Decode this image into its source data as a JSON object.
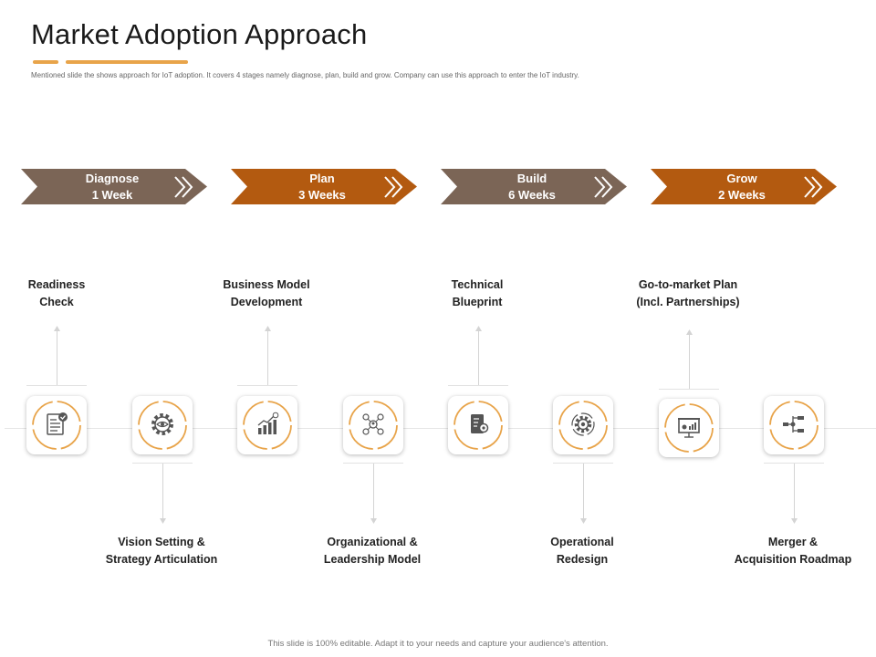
{
  "slide": {
    "title": "Market Adoption Approach",
    "subtitle": "Mentioned slide the shows approach for IoT adoption. It covers 4 stages namely diagnose, plan, build and grow. Company can use this approach to enter the IoT industry.",
    "footer": "This slide is 100% editable. Adapt it to your needs and capture your audience's attention."
  },
  "colors": {
    "brown": "#7b6556",
    "orange": "#b35a10",
    "accent": "#e8a44a"
  },
  "stages": [
    {
      "name": "Diagnose",
      "duration": "1 Week"
    },
    {
      "name": "Plan",
      "duration": "3 Weeks"
    },
    {
      "name": "Build",
      "duration": "6 Weeks"
    },
    {
      "name": "Grow",
      "duration": "2 Weeks"
    }
  ],
  "steps": [
    {
      "line1": "Readiness",
      "line2": "Check",
      "icon": "checklist-icon"
    },
    {
      "line1": "Vision Setting &",
      "line2": "Strategy Articulation",
      "icon": "gear-eye-icon"
    },
    {
      "line1": "Business Model",
      "line2": "Development",
      "icon": "growth-chart-icon"
    },
    {
      "line1": "Organizational &",
      "line2": "Leadership Model",
      "icon": "team-network-icon"
    },
    {
      "line1": "Technical",
      "line2": "Blueprint",
      "icon": "blueprint-document-icon"
    },
    {
      "line1": "Operational",
      "line2": "Redesign",
      "icon": "gear-cycle-icon"
    },
    {
      "line1": "Go-to-market Plan",
      "line2": "(Incl. Partnerships)",
      "icon": "presentation-board-icon"
    },
    {
      "line1": "Merger &",
      "line2": "Acquisition Roadmap",
      "icon": "flowchart-icon"
    }
  ]
}
